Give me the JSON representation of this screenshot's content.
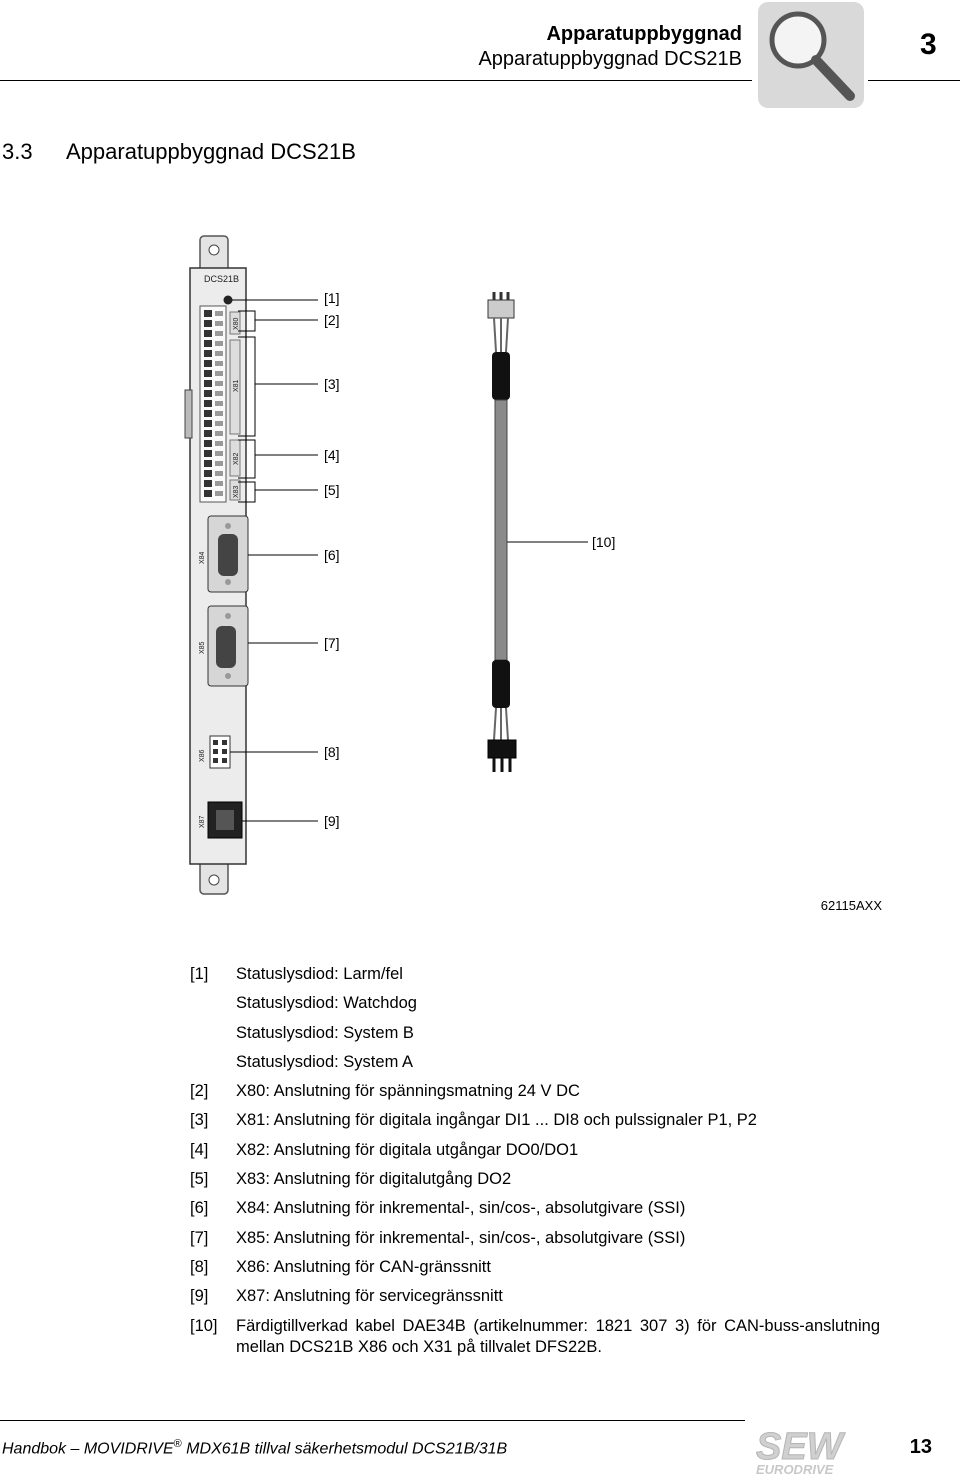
{
  "header": {
    "title": "Apparatuppbyggnad",
    "subtitle": "Apparatuppbyggnad DCS21B",
    "chapter": "3",
    "icon": "magnifier-icon"
  },
  "section": {
    "number": "3.3",
    "title": "Apparatuppbyggnad DCS21B"
  },
  "figure": {
    "device_label": "DCS21B",
    "connector_labels": [
      "X80",
      "X81",
      "X82",
      "X83",
      "X84",
      "X85",
      "X86",
      "X87"
    ],
    "callouts": [
      "[1]",
      "[2]",
      "[3]",
      "[4]",
      "[5]",
      "[6]",
      "[7]",
      "[8]",
      "[9]",
      "[10]"
    ],
    "figure_id": "62115AXX"
  },
  "legend": [
    {
      "key": "[1]",
      "text": "Statuslysdiod: Larm/fel"
    },
    {
      "key": "",
      "text": "Statuslysdiod: Watchdog"
    },
    {
      "key": "",
      "text": "Statuslysdiod: System B"
    },
    {
      "key": "",
      "text": "Statuslysdiod: System A"
    },
    {
      "key": "[2]",
      "text": "X80: Anslutning för spänningsmatning 24 V DC"
    },
    {
      "key": "[3]",
      "text": "X81: Anslutning för digitala ingångar DI1 ... DI8 och pulssignaler P1, P2"
    },
    {
      "key": "[4]",
      "text": "X82: Anslutning för digitala utgångar DO0/DO1"
    },
    {
      "key": "[5]",
      "text": "X83: Anslutning för digitalutgång DO2"
    },
    {
      "key": "[6]",
      "text": "X84: Anslutning för inkremental-, sin/cos-, absolutgivare (SSI)"
    },
    {
      "key": "[7]",
      "text": "X85: Anslutning för inkremental-, sin/cos-, absolutgivare (SSI)"
    },
    {
      "key": "[8]",
      "text": "X86: Anslutning för CAN-gränssnitt"
    },
    {
      "key": "[9]",
      "text": "X87: Anslutning för servicegränssnitt"
    },
    {
      "key": "[10]",
      "text": "Färdigtillverkad kabel DAE34B (artikelnummer: 1821 307 3) för CAN-buss-anslutning mellan DCS21B X86 och X31 på tillvalet DFS22B."
    }
  ],
  "footer": {
    "text_pre": "Handbok – MOVIDRIVE",
    "registered": "®",
    "text_post": " MDX61B tillval säkerhetsmodul DCS21B/31B",
    "logo_top": "SEW",
    "logo_bottom": "EURODRIVE",
    "page": "13"
  }
}
